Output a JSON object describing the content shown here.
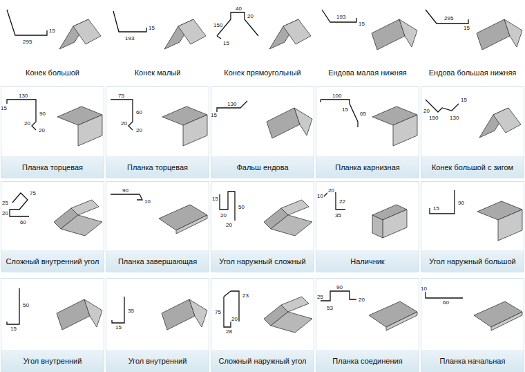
{
  "diagram": {
    "nodes": [
      {
        "text": [
          "Планка торцевая"
        ]
      },
      {
        "text": [
          "Планка торцевая"
        ]
      },
      {
        "text": [
          "Фальш ендова"
        ]
      },
      {
        "text": [
          "Планка карнизная"
        ]
      },
      {
        "text": [
          "Конек большой с зигом"
        ]
      },
      {
        "text": [
          "Сложный внутренний угол"
        ]
      },
      {
        "text": [
          "Планка завершающая"
        ]
      },
      {
        "text": [
          "Угол наружный сложный"
        ]
      },
      {
        "text": [
          "Наличник"
        ]
      },
      {
        "text": [
          "Угол наружный большой"
        ]
      },
      {
        "text": [
          "Угол внутренний"
        ]
      },
      {
        "text": [
          "Угол внутренний"
        ]
      },
      {
        "text": [
          "Сложный наружный угол"
        ]
      },
      {
        "text": [
          "Планка соединения"
        ]
      },
      {
        "text": [
          "Планка начальная"
        ]
      }
    ],
    "labels": [
      "15",
      "295",
      "Конек большой",
      "15",
      "193",
      "Конек малый",
      "40",
      "20",
      "150",
      "15",
      "Конек прямоугольный",
      "193",
      "15",
      "Ендова малая нижняя",
      "295",
      "15",
      "Ендова большая нижняя",
      "130",
      "15",
      "90",
      "20",
      "20",
      "75",
      "60",
      "20",
      "20",
      "130",
      "15",
      "100",
      "15",
      "65",
      "15",
      "20",
      "150",
      "130",
      "25",
      "75",
      "20",
      "60",
      "90",
      "10",
      "15",
      "20",
      "50",
      "20",
      "10",
      "20",
      "22",
      "35",
      "15",
      "90",
      "50",
      "15",
      "35",
      "15",
      "75",
      "23",
      "20",
      "28",
      "25",
      "90",
      "20",
      "53",
      "10",
      "60"
    ]
  }
}
